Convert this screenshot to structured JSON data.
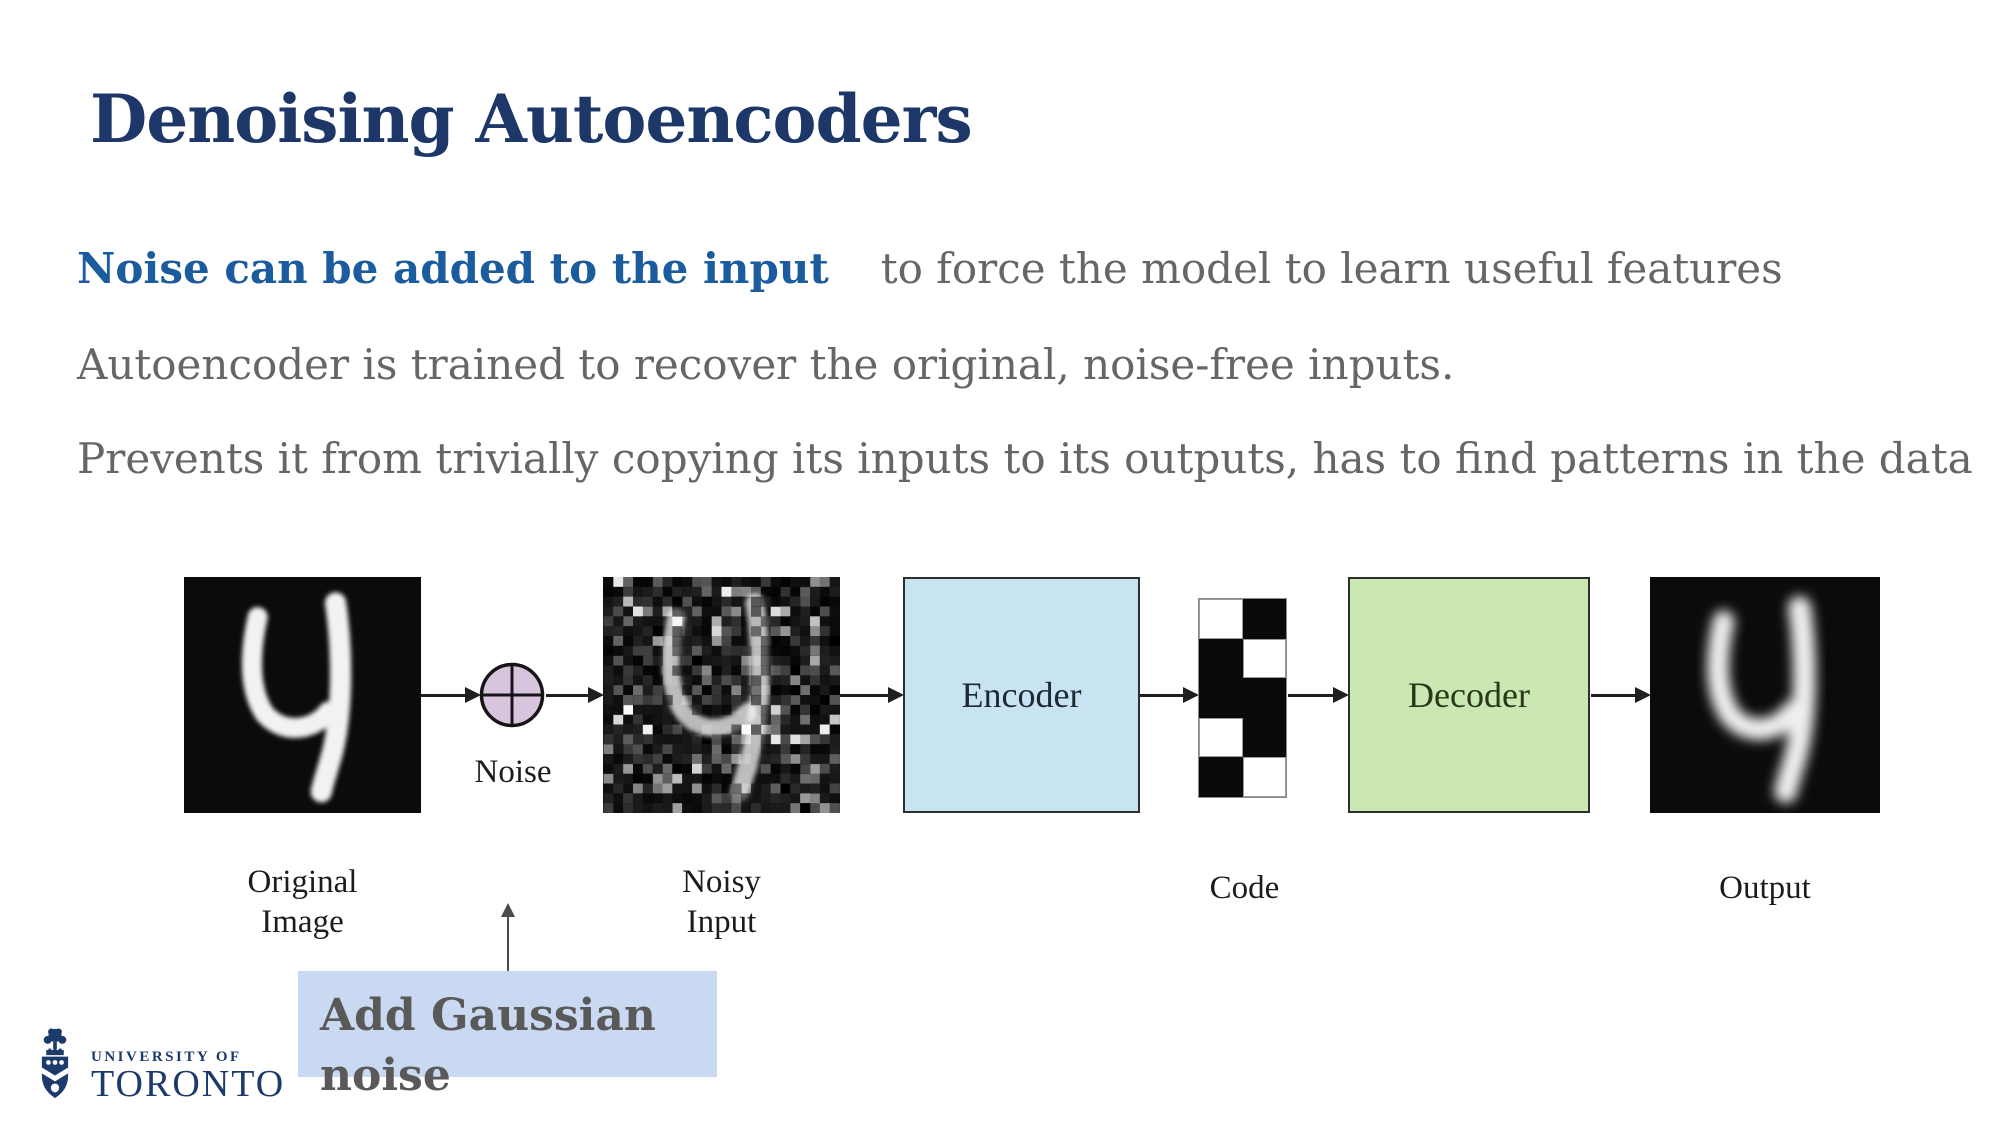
{
  "slide": {
    "title": "Denoising Autoencoders",
    "bullets": {
      "line1_highlight": "Noise can be added to the input",
      "line1_rest": "to force the model to learn useful features",
      "line2": "Autoencoder is trained to recover the original, noise-free inputs.",
      "line3": "Prevents it from trivially copying its inputs to its outputs, has to find patterns in the data"
    }
  },
  "diagram": {
    "labels": {
      "original_line1": "Original",
      "original_line2": "Image",
      "noise": "Noise",
      "noisy_line1": "Noisy",
      "noisy_line2": "Input",
      "encoder": "Encoder",
      "code": "Code",
      "decoder": "Decoder",
      "output": "Output"
    },
    "callout": {
      "line1": "Add Gaussian",
      "line2": "noise"
    },
    "code_pattern": [
      [
        0,
        1
      ],
      [
        1,
        0
      ],
      [
        1,
        1
      ],
      [
        0,
        1
      ],
      [
        1,
        0
      ]
    ]
  },
  "footer_logo": {
    "line1": "UNIVERSITY OF",
    "line2": "TORONTO"
  },
  "colors": {
    "title": "#1c3768",
    "highlight": "#1b5c9e",
    "body": "#666666",
    "encoder_fill": "#c8e4f3",
    "decoder_fill": "#cbe7b2",
    "noise_fill": "#d9c4de",
    "callout_fill": "#c9d9f2",
    "callout_text": "#595959",
    "logo": "#1d3a6d",
    "arrow": "#1f1f1f"
  }
}
